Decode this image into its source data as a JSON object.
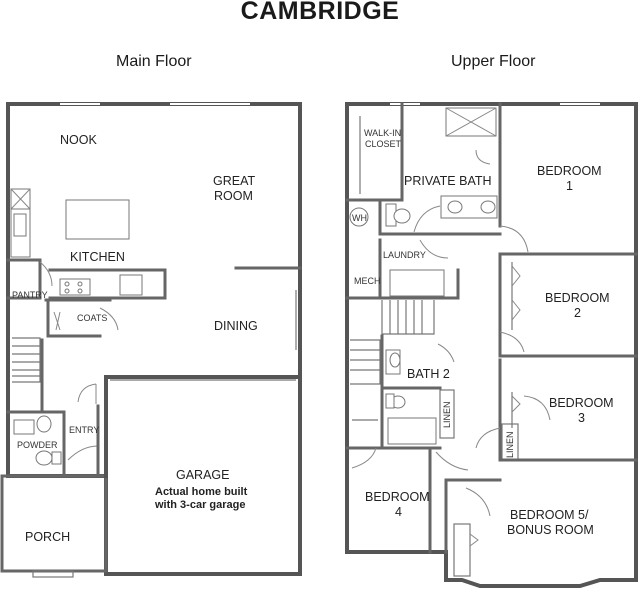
{
  "title": "CAMBRIDGE",
  "floors": [
    {
      "name": "Main Floor",
      "rooms": {
        "nook": "NOOK",
        "great_room_1": "GREAT",
        "great_room_2": "ROOM",
        "kitchen": "KITCHEN",
        "pantry": "PANTRY",
        "coats": "COATS",
        "dining": "DINING",
        "powder": "POWDER",
        "entry": "ENTRY",
        "garage": "GARAGE",
        "garage_note_1": "Actual home built",
        "garage_note_2": "with 3-car garage",
        "porch": "PORCH"
      }
    },
    {
      "name": "Upper Floor",
      "rooms": {
        "walkin_1": "WALK-IN",
        "walkin_2": "CLOSET",
        "private_bath": "PRIVATE BATH",
        "bedroom1_a": "BEDROOM",
        "bedroom1_b": "1",
        "wh": "WH",
        "laundry": "LAUNDRY",
        "mech": "MECH",
        "bedroom2_a": "BEDROOM",
        "bedroom2_b": "2",
        "bath2": "BATH 2",
        "bedroom3_a": "BEDROOM",
        "bedroom3_b": "3",
        "linen_1": "LINEN",
        "linen_2": "LINEN",
        "bedroom4_a": "BEDROOM",
        "bedroom4_b": "4",
        "bedroom5_a": "BEDROOM 5/",
        "bedroom5_b": "BONUS ROOM"
      }
    }
  ]
}
